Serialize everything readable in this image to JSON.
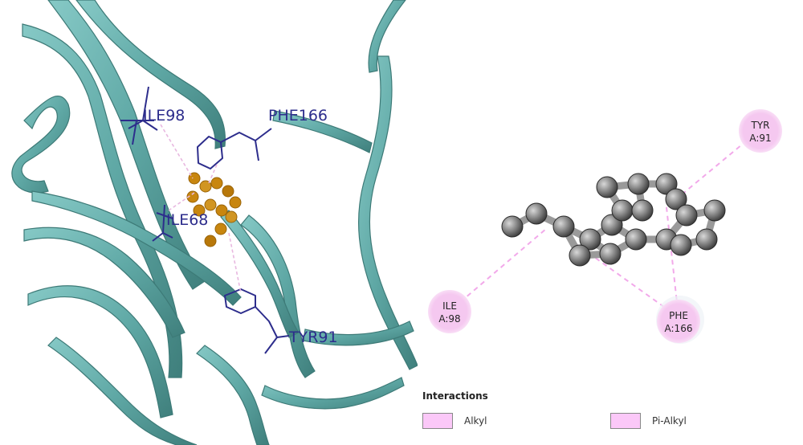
{
  "structure_view": {
    "residue_labels": [
      {
        "id": "ile98",
        "text": "ILE98"
      },
      {
        "id": "phe166",
        "text": "PHE166"
      },
      {
        "id": "ile68",
        "text": "ILE68"
      },
      {
        "id": "tyr91",
        "text": "TYR91"
      }
    ],
    "colors": {
      "ribbon": "#5fa8a5",
      "ribbon_edge": "#3f7f7c",
      "residue_sticks": "#2d2d8c",
      "ligand": "#c8860f"
    }
  },
  "interaction_diagram": {
    "residues": [
      {
        "id": "tyr91",
        "line1": "TYR",
        "line2": "A:91"
      },
      {
        "id": "ile98",
        "line1": "ILE",
        "line2": "A:98"
      },
      {
        "id": "phe166",
        "line1": "PHE",
        "line2": "A:166"
      }
    ],
    "colors": {
      "residue_circle": "#f5c8f0",
      "interaction_line": "#f0a8e8",
      "atom": "#8a8a8a",
      "bond": "#a0a0a0"
    }
  },
  "legend": {
    "title": "Interactions",
    "items": [
      {
        "label": "Alkyl",
        "color": "#fbc8f8"
      },
      {
        "label": "Pi-Alkyl",
        "color": "#fbc8f8"
      }
    ]
  }
}
